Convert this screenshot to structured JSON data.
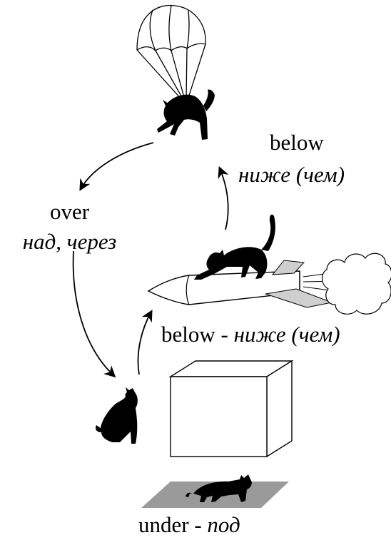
{
  "labels": {
    "top_below_en": "below",
    "top_below_ru": "ниже (чем)",
    "over_en": "over",
    "over_ru": "над, через",
    "mid_below_en": "below - ",
    "mid_below_ru": "ниже (чем)",
    "under_en": "under - ",
    "under_ru": "под"
  },
  "icons": {
    "parachute": "parachute-icon",
    "cat_parachute": "cat-on-parachute-icon",
    "cat_rocket": "cat-on-rocket-icon",
    "rocket": "rocket-icon",
    "smoke": "smoke-cloud-icon",
    "cat_sitting": "sitting-cat-icon",
    "box": "cube-box-icon",
    "cat_under": "cat-under-box-icon",
    "shadow": "floor-shadow-icon"
  },
  "colors": {
    "ink": "#000000",
    "fin": "#cfcfcf",
    "shadow": "#9a9a9a",
    "paper": "#ffffff"
  }
}
